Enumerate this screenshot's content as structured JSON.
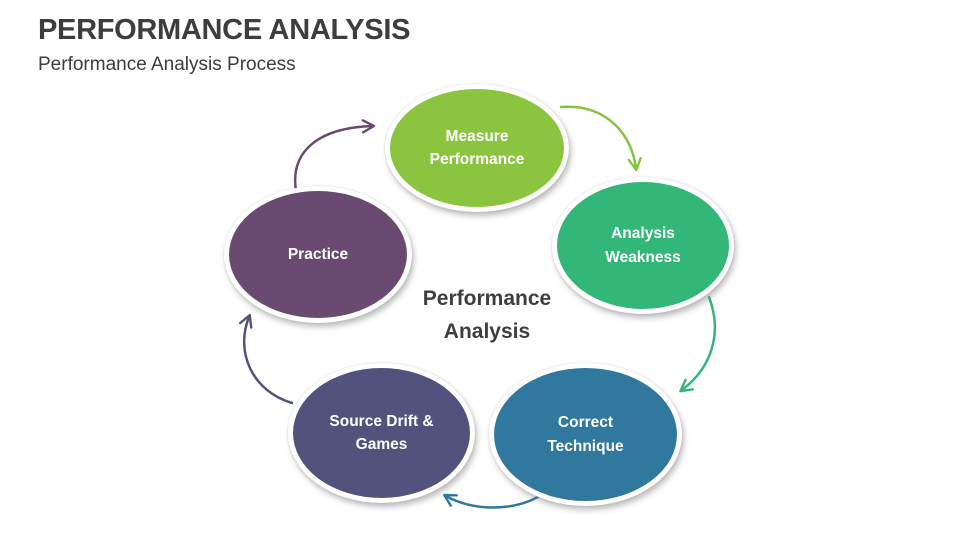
{
  "slide": {
    "title": "PERFORMANCE ANALYSIS",
    "subtitle": "Performance Analysis Process",
    "background_color": "#ffffff",
    "heading_color": "#3d3d3d"
  },
  "diagram": {
    "type": "circular-process-cycle",
    "center_label": {
      "line1": "Performance",
      "line2": "Analysis",
      "color": "#3e3e3e"
    },
    "nodes": [
      {
        "id": "measure-performance",
        "line1": "Measure",
        "line2": "Performance",
        "color": "#8bc53f",
        "text_color": "#ffffff"
      },
      {
        "id": "analysis-weakness",
        "line1": "Analysis",
        "line2": "Weakness",
        "color": "#33b778",
        "text_color": "#ffffff"
      },
      {
        "id": "correct-technique",
        "line1": "Correct",
        "line2": "Technique",
        "color": "#30789e",
        "text_color": "#ffffff"
      },
      {
        "id": "source-drift-games",
        "line1": "Source Drift &",
        "line2": "Games",
        "color": "#53527d",
        "text_color": "#ffffff"
      },
      {
        "id": "practice",
        "line1": "Practice",
        "line2": "",
        "color": "#6a4a71",
        "text_color": "#ffffff"
      }
    ],
    "arrows": [
      {
        "from": "practice",
        "to": "measure-performance",
        "color": "#6a4a71"
      },
      {
        "from": "measure-performance",
        "to": "analysis-weakness",
        "color": "#86c440"
      },
      {
        "from": "analysis-weakness",
        "to": "correct-technique",
        "color": "#33b778"
      },
      {
        "from": "correct-technique",
        "to": "source-drift-games",
        "color": "#30789e"
      },
      {
        "from": "source-drift-games",
        "to": "practice",
        "color": "#53527d"
      }
    ]
  }
}
